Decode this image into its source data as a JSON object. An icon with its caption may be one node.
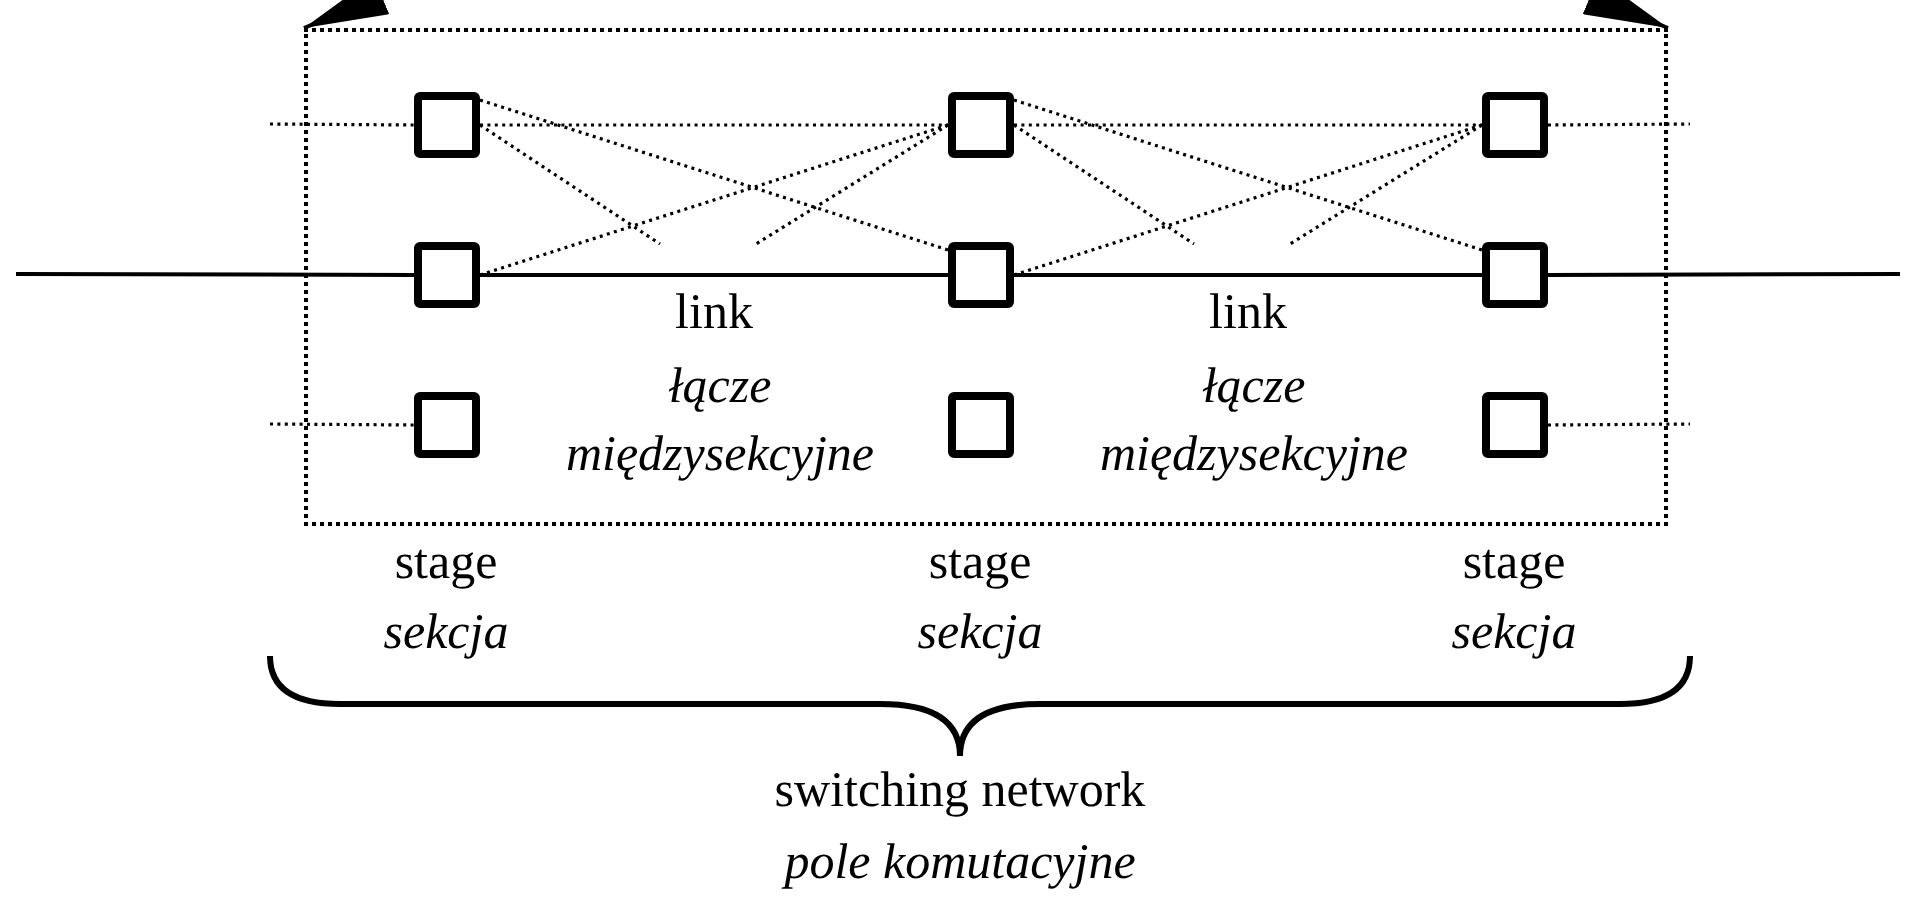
{
  "diagram": {
    "nodes": [
      {
        "text": [],
        "shape": "box"
      },
      {
        "text": [],
        "shape": "box",
        "in": 0
      },
      {
        "text": [],
        "shape": "box",
        "in": 0
      },
      {
        "text": [],
        "shape": "box",
        "in": 0
      },
      {
        "text": [],
        "shape": "box",
        "in": 0
      },
      {
        "text": [],
        "shape": "box",
        "in": 0
      },
      {
        "text": [],
        "shape": "box",
        "in": 0
      },
      {
        "text": [],
        "shape": "box",
        "in": 0
      },
      {
        "text": [],
        "shape": "box",
        "in": 0
      },
      {
        "text": [],
        "shape": "box",
        "in": 0
      }
    ],
    "edges": [
      {
        "from": null,
        "to": 0,
        "arrow": "to"
      },
      {
        "from": null,
        "to": 0,
        "arrow": "to"
      },
      {
        "from": null,
        "to": 1,
        "arrow": "none",
        "style": "dashed"
      },
      {
        "from": null,
        "to": 4,
        "arrow": "none"
      },
      {
        "from": null,
        "to": 7,
        "arrow": "none",
        "style": "dashed"
      },
      {
        "from": 1,
        "to": 2,
        "arrow": "none",
        "style": "dashed"
      },
      {
        "from": 1,
        "to": 5,
        "arrow": "none",
        "style": "dashed"
      },
      {
        "from": 1,
        "to": null,
        "arrow": "none",
        "style": "dashed"
      },
      {
        "from": 4,
        "to": 2,
        "arrow": "none",
        "style": "dashed"
      },
      {
        "from": 4,
        "to": 5,
        "arrow": "none"
      },
      {
        "from": 2,
        "to": null,
        "arrow": "none",
        "style": "dashed"
      },
      {
        "from": 2,
        "to": 3,
        "arrow": "none",
        "style": "dashed"
      },
      {
        "from": 2,
        "to": 6,
        "arrow": "none",
        "style": "dashed"
      },
      {
        "from": 2,
        "to": null,
        "arrow": "none",
        "style": "dashed"
      },
      {
        "from": 5,
        "to": 3,
        "arrow": "none",
        "style": "dashed"
      },
      {
        "from": 5,
        "to": 6,
        "arrow": "none"
      },
      {
        "from": 3,
        "to": null,
        "arrow": "none",
        "style": "dashed"
      },
      {
        "from": 3,
        "to": null,
        "arrow": "none",
        "style": "dashed"
      },
      {
        "from": 6,
        "to": null,
        "arrow": "none"
      },
      {
        "from": 9,
        "to": null,
        "arrow": "none",
        "style": "dashed"
      }
    ],
    "labels": [
      "link",
      "łącze międzysekcyjne",
      "link",
      "łącze międzysekcyjne",
      "stage",
      "sekcja",
      "stage",
      "sekcja",
      "stage",
      "sekcja",
      "switching network",
      "pole komutacyjne"
    ]
  }
}
